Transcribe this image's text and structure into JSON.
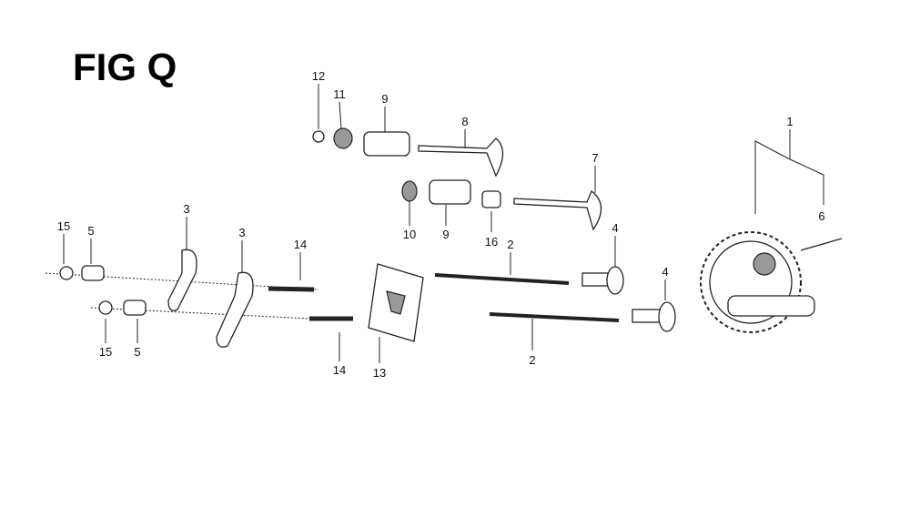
{
  "figure": {
    "title": "FIG Q"
  },
  "callouts": {
    "c12": "12",
    "c11": "11",
    "c9a": "9",
    "c8": "8",
    "c7": "7",
    "c1": "1",
    "c6": "6",
    "c10": "10",
    "c9b": "9",
    "c16": "16",
    "c2a": "2",
    "c4a": "4",
    "c4b": "4",
    "c2b": "2",
    "c3a": "3",
    "c3b": "3",
    "c15a": "15",
    "c5a": "5",
    "c14a": "14",
    "c15b": "15",
    "c5b": "5",
    "c14b": "14",
    "c13": "13"
  }
}
